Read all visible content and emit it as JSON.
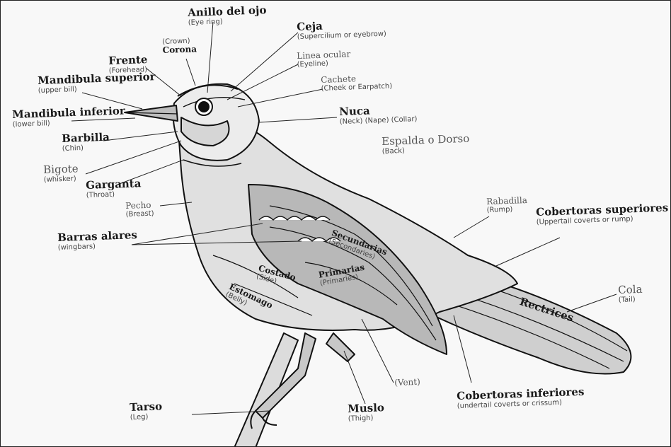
{
  "labels": [
    {
      "id": "anillo",
      "main": "Anillo del ojo",
      "sub": "(Eye ring)"
    },
    {
      "id": "corona",
      "main": "Corona",
      "sub": "(Crown)"
    },
    {
      "id": "ceja",
      "main": "Ceja",
      "sub": "(Supercilium or eyebrow)"
    },
    {
      "id": "frente",
      "main": "Frente",
      "sub": "(Forehead)"
    },
    {
      "id": "linea",
      "main": "Linea ocular",
      "sub": "(Eyeline)"
    },
    {
      "id": "cachete",
      "main": "Cachete",
      "sub": "(Cheek or Earpatch)"
    },
    {
      "id": "mand-sup",
      "main": "Mandibula superior",
      "sub": "(upper bill)"
    },
    {
      "id": "mand-inf",
      "main": "Mandibula inferior",
      "sub": "(lower bill)"
    },
    {
      "id": "barbilla",
      "main": "Barbilla",
      "sub": "(Chin)"
    },
    {
      "id": "nuca",
      "main": "Nuca",
      "sub": "(Neck) (Nape) (Collar)"
    },
    {
      "id": "espalda",
      "main": "Espalda o Dorso",
      "sub": "(Back)"
    },
    {
      "id": "bigote",
      "main": "Bigote",
      "sub": "(whisker)"
    },
    {
      "id": "garganta",
      "main": "Garganta",
      "sub": "(Throat)"
    },
    {
      "id": "pecho",
      "main": "Pecho",
      "sub": "(Breast)"
    },
    {
      "id": "rabadilla",
      "main": "Rabadilla",
      "sub": "(Rump)"
    },
    {
      "id": "cob-sup",
      "main": "Cobertoras superiores",
      "sub": "(Uppertail coverts or rump)"
    },
    {
      "id": "barras",
      "main": "Barras alares",
      "sub": "(wingbars)"
    },
    {
      "id": "secundarias",
      "main": "Secundarias",
      "sub": "(Secondaries)"
    },
    {
      "id": "costado",
      "main": "Costado",
      "sub": "(Side)"
    },
    {
      "id": "primarias",
      "main": "Primarias",
      "sub": "(Primaries)"
    },
    {
      "id": "estomago",
      "main": "Estomago",
      "sub": "(Belly)"
    },
    {
      "id": "cola",
      "main": "Cola",
      "sub": "(Tail)"
    },
    {
      "id": "rectrices",
      "main": "Rectrices",
      "sub": ""
    },
    {
      "id": "vent",
      "main": "(Vent)",
      "sub": ""
    },
    {
      "id": "cob-inf",
      "main": "Cobertoras inferiores",
      "sub": "(undertail coverts or crissum)"
    },
    {
      "id": "tarso",
      "main": "Tarso",
      "sub": "(Leg)"
    },
    {
      "id": "muslo",
      "main": "Muslo",
      "sub": "(Thigh)"
    }
  ]
}
